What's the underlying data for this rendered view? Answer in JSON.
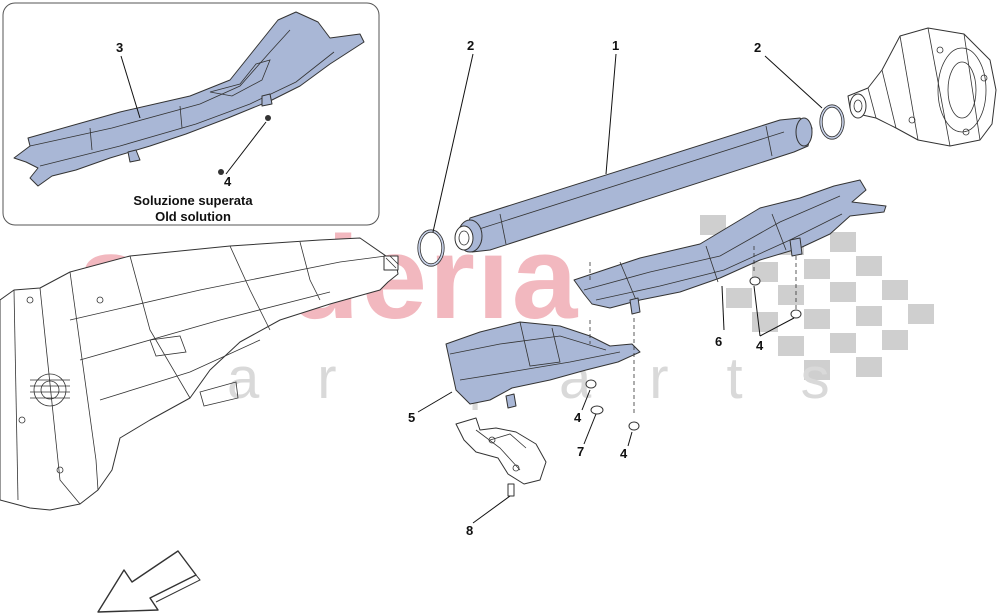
{
  "watermark": {
    "main_text": "scuderia",
    "sub_text": "car parts",
    "main_color": "#f2b8bf",
    "sub_color": "#d9d9d9",
    "checker_color": "#cfcfcf"
  },
  "colors": {
    "part_fill": "#a9b7d6",
    "part_fill_light": "#c9d3ea",
    "outline": "#333333",
    "casing_fill": "#ffffff"
  },
  "inset": {
    "caption_line1": "Soluzione superata",
    "caption_line2": "Old solution"
  },
  "callouts": {
    "c1": "1",
    "c2a": "2",
    "c2b": "2",
    "c3": "3",
    "c4_inset": "4",
    "c4_a": "4",
    "c4_b": "4",
    "c4_c": "4",
    "c5": "5",
    "c6": "6",
    "c7": "7",
    "c8": "8"
  },
  "icons": {
    "direction_arrow": "front-direction-arrow-icon"
  }
}
